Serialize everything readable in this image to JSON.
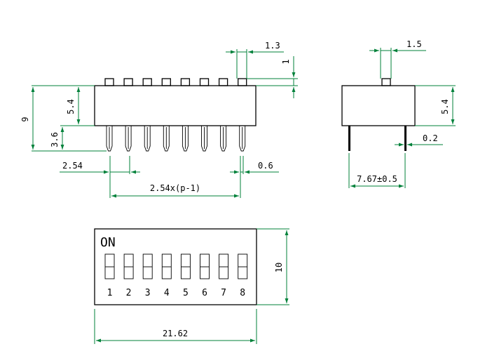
{
  "side_view": {
    "dim_height_total": "9",
    "dim_body_height": "5.4",
    "dim_pin_length": "3.6",
    "dim_actuator_width": "1.3",
    "dim_actuator_height": "1",
    "dim_pin_pitch": "2.54",
    "dim_pin_width": "0.6",
    "dim_row_length": "2.54x(p-1)"
  },
  "end_view": {
    "dim_actuator_width": "1.5",
    "dim_body_height": "5.4",
    "dim_pin_thickness": "0.2",
    "dim_row_spacing": "7.67±0.5"
  },
  "top_view": {
    "on_label": "ON",
    "switch_numbers": [
      "1",
      "2",
      "3",
      "4",
      "5",
      "6",
      "7",
      "8"
    ],
    "dim_width": "10",
    "dim_length": "21.62"
  },
  "colors": {
    "outline": "#000000",
    "dimension_line": "#00813a"
  }
}
